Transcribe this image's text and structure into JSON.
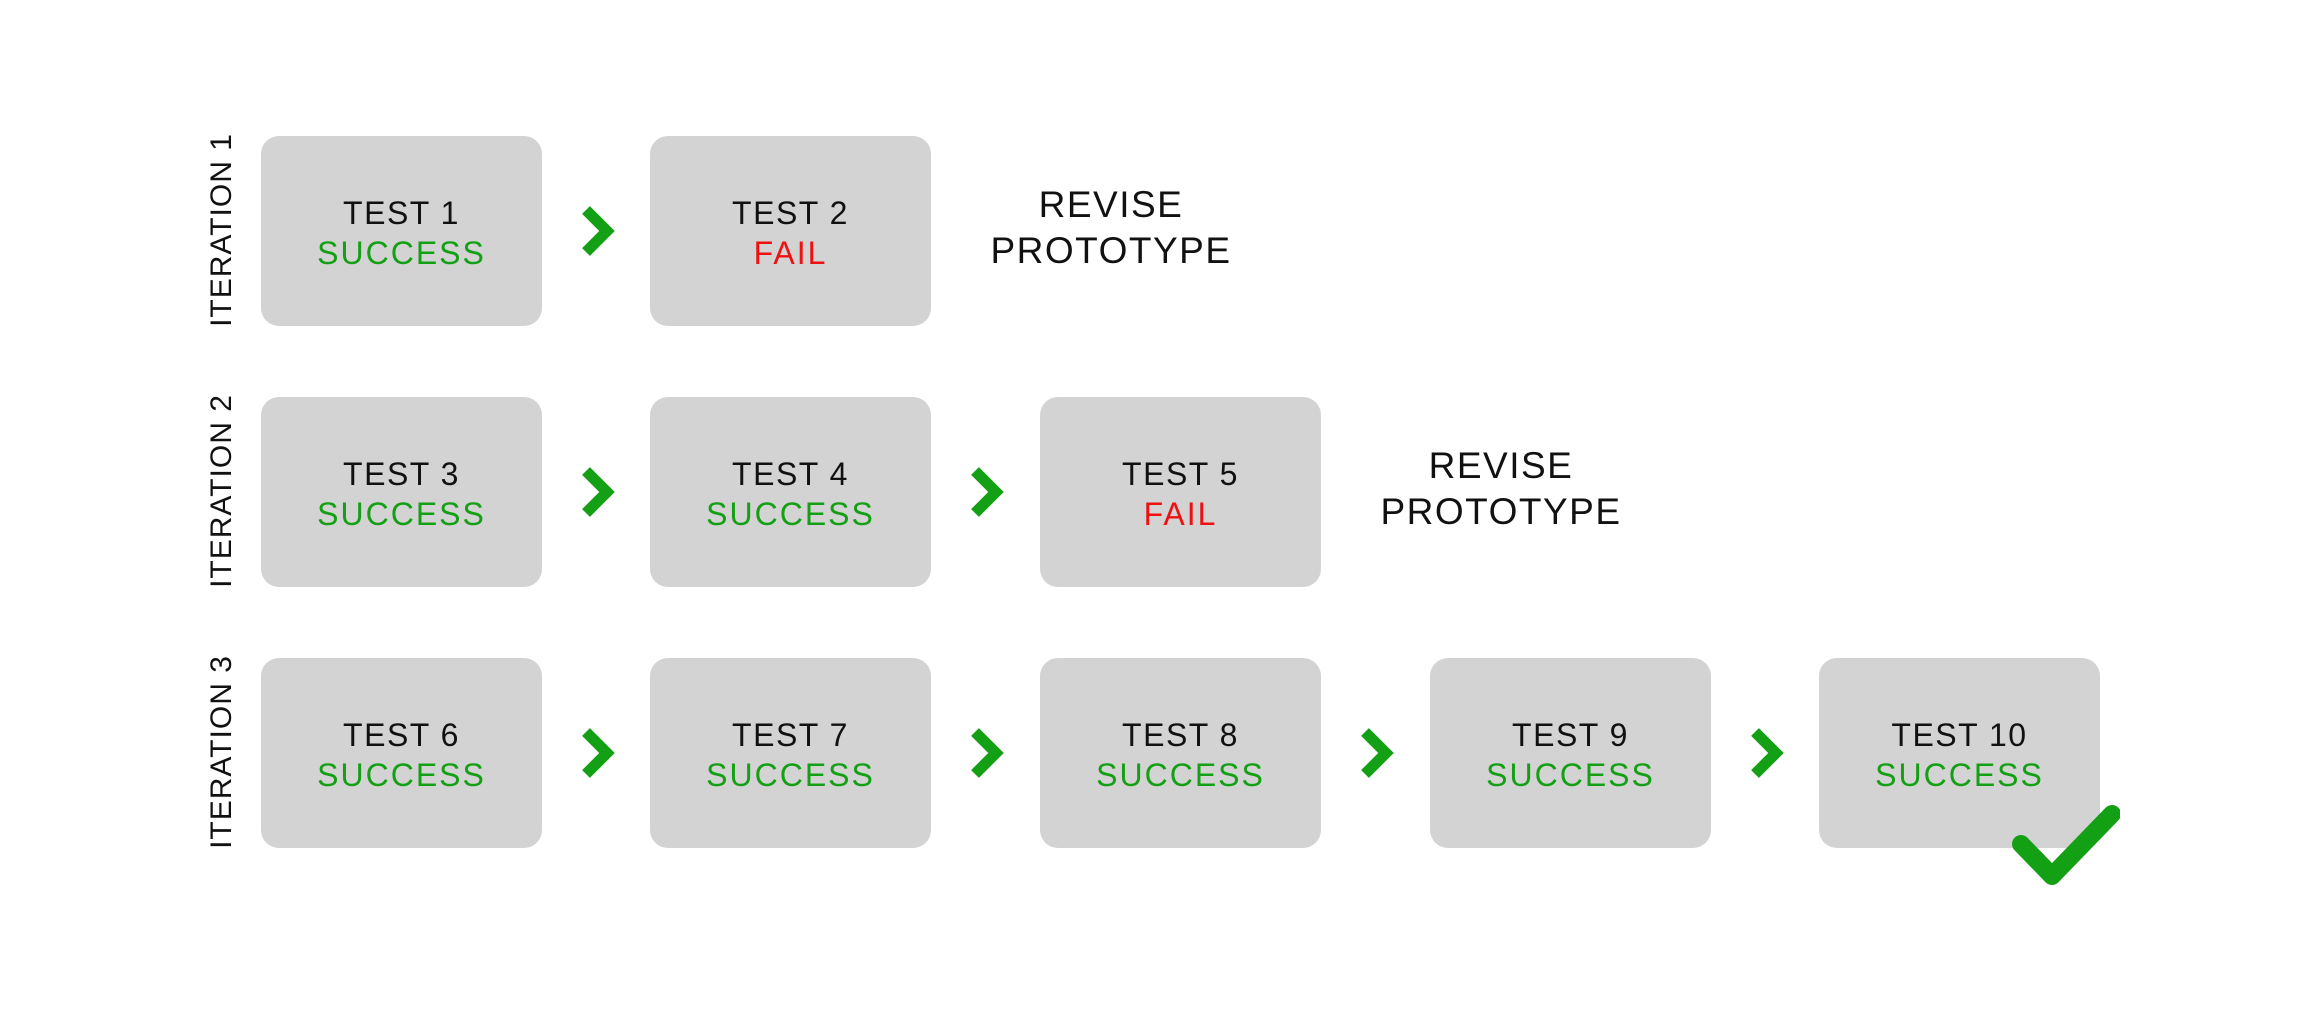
{
  "colors": {
    "success": "#14a014",
    "fail": "#ee1111",
    "box": "#d3d3d3",
    "arrow": "#14a014",
    "check": "#14a014"
  },
  "iterations": [
    {
      "label": "ITERATION 1",
      "tests": [
        {
          "title": "TEST 1",
          "result": "SUCCESS",
          "status": "success"
        },
        {
          "title": "TEST 2",
          "result": "FAIL",
          "status": "fail"
        }
      ],
      "revise": [
        "REVISE",
        "PROTOTYPE"
      ]
    },
    {
      "label": "ITERATION 2",
      "tests": [
        {
          "title": "TEST 3",
          "result": "SUCCESS",
          "status": "success"
        },
        {
          "title": "TEST 4",
          "result": "SUCCESS",
          "status": "success"
        },
        {
          "title": "TEST 5",
          "result": "FAIL",
          "status": "fail"
        }
      ],
      "revise": [
        "REVISE",
        "PROTOTYPE"
      ]
    },
    {
      "label": "ITERATION 3",
      "tests": [
        {
          "title": "TEST 6",
          "result": "SUCCESS",
          "status": "success"
        },
        {
          "title": "TEST 7",
          "result": "SUCCESS",
          "status": "success"
        },
        {
          "title": "TEST 8",
          "result": "SUCCESS",
          "status": "success"
        },
        {
          "title": "TEST 9",
          "result": "SUCCESS",
          "status": "success"
        },
        {
          "title": "TEST 10",
          "result": "SUCCESS",
          "status": "success"
        }
      ],
      "final_icon": "checkmark-icon"
    }
  ]
}
